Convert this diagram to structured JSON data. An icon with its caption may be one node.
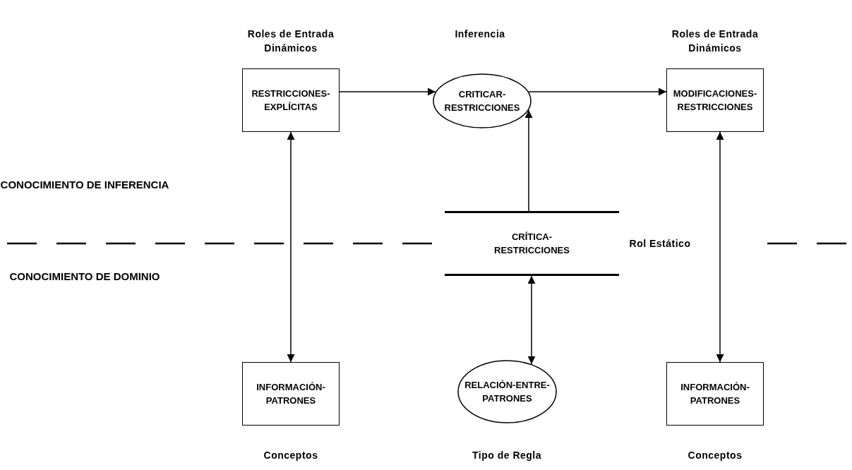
{
  "diagram": {
    "nodes": [
      {
        "text": [
          "RESTRICCIONES- EXPLÍCITAS"
        ],
        "beside": [
          "Roles de Entrada Dinámicos"
        ]
      },
      {
        "text": [
          "CRITICAR- RESTRICCIONES"
        ],
        "beside": [
          "Inferencia"
        ]
      },
      {
        "text": [
          "MODIFICACIONES- RESTRICCIONES"
        ],
        "beside": [
          "Roles de Entrada Dinámicos"
        ]
      },
      {
        "text": [
          "CRÍTICA- RESTRICCIONES"
        ],
        "beside": [
          "Rol Estático"
        ]
      },
      {
        "text": [
          "INFORMACIÓN- PATRONES"
        ],
        "beside": [
          "Conceptos"
        ]
      },
      {
        "text": [
          "RELACIÓN-ENTRE- PATRONES"
        ],
        "beside": [
          "Tipo de Regla"
        ]
      },
      {
        "text": [
          "INFORMACIÓN- PATRONES"
        ],
        "beside": [
          "Conceptos"
        ]
      }
    ],
    "edges": [
      {
        "from": 0,
        "to": 1,
        "arrow": "to"
      },
      {
        "from": 1,
        "to": 2,
        "arrow": "to"
      },
      {
        "from": 3,
        "to": 1,
        "arrow": "to"
      },
      {
        "from": 0,
        "to": 4,
        "arrow": "both"
      },
      {
        "from": 3,
        "to": 5,
        "arrow": "both"
      },
      {
        "from": 2,
        "to": 6,
        "arrow": "both"
      }
    ],
    "labels": [
      "CONOCIMIENTO DE INFERENCIA",
      "CONOCIMIENTO DE DOMINIO"
    ]
  }
}
